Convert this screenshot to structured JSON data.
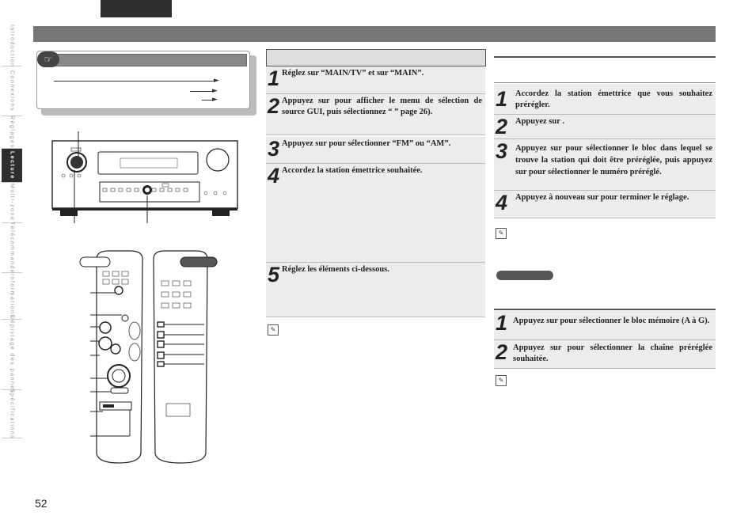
{
  "sidebar": {
    "items": [
      {
        "label": "Introduction",
        "active": false
      },
      {
        "label": "Connexions",
        "active": false
      },
      {
        "label": "Réglages",
        "active": false
      },
      {
        "label": "Lecture",
        "active": true
      },
      {
        "label": "Multi-zone",
        "active": false
      },
      {
        "label": "Télécommande",
        "active": false
      },
      {
        "label": "Informations",
        "active": false
      },
      {
        "label": "Dépistage des pannes",
        "active": false
      },
      {
        "label": "Spécifications",
        "active": false
      }
    ]
  },
  "page_number": "52",
  "middle": {
    "steps": [
      {
        "num": "1",
        "text": "Réglez sur “MAIN/TV” et sur “MAIN”."
      },
      {
        "num": "2",
        "text": "Appuyez sur pour afficher le menu de sélection de source GUI, puis sélectionnez “ ” page 26)."
      },
      {
        "num": "3",
        "text": "Appuyez sur pour sélectionner “FM” ou “AM”."
      },
      {
        "num": "4",
        "text": "Accordez la station émettrice souhaitée."
      },
      {
        "num": "5",
        "text": "Réglez les éléments ci-dessous."
      }
    ]
  },
  "right": {
    "steps_a": [
      {
        "num": "1",
        "text": "Accordez la station émettrice que vous souhaitez prérégler."
      },
      {
        "num": "2",
        "text": "Appuyez sur ."
      },
      {
        "num": "3",
        "text": "Appuyez sur pour sélectionner le bloc dans lequel se trouve la station qui doit être préréglée, puis appuyez sur pour sélectionner le numéro préréglé."
      },
      {
        "num": "4",
        "text": "Appuyez à nouveau sur pour terminer le réglage."
      }
    ],
    "steps_b": [
      {
        "num": "1",
        "text": "Appuyez sur pour sélectionner le bloc mémoire (A à G)."
      },
      {
        "num": "2",
        "text": "Appuyez sur pour sélectionner la chaîne préréglée souhaitée."
      }
    ]
  }
}
